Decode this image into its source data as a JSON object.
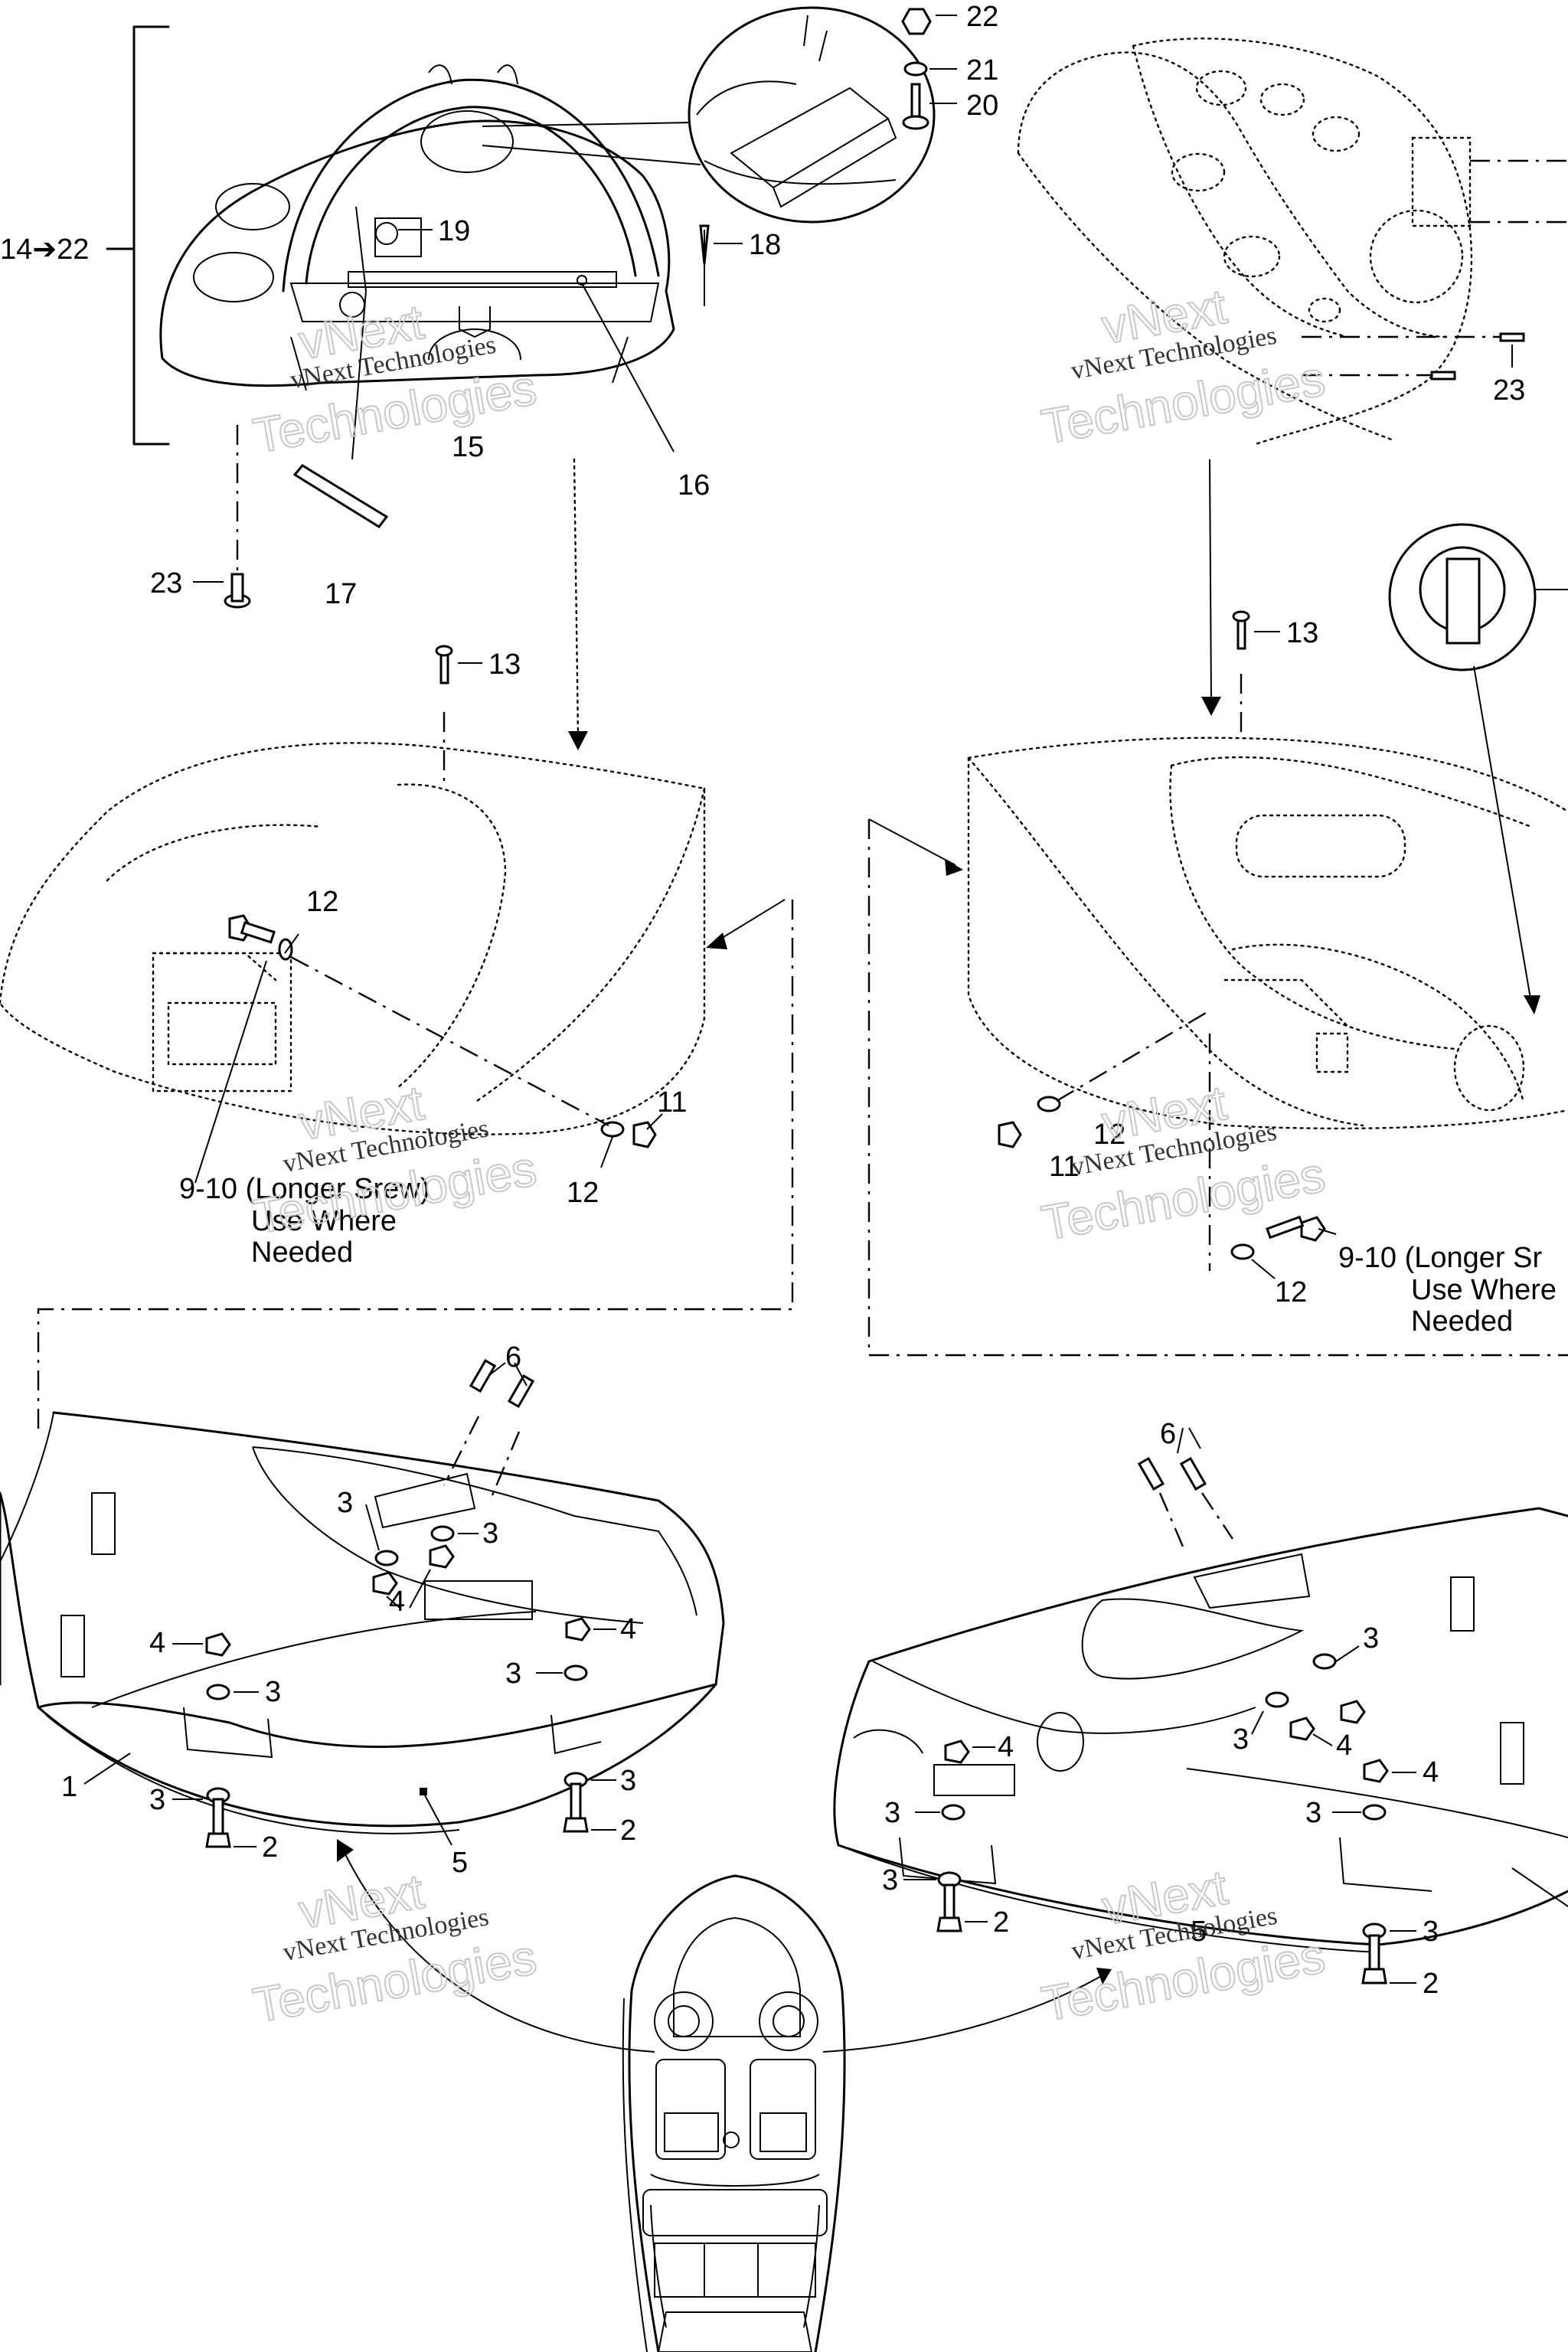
{
  "watermark": {
    "brand_small": "vNext",
    "line_serif": "vNext Technologies",
    "line_outline": "Technologies"
  },
  "callouts": {
    "c1": "1",
    "c2": "2",
    "c3": "3",
    "c4": "4",
    "c5": "5",
    "c6": "6",
    "c11": "11",
    "c12": "12",
    "c13": "13",
    "c15": "15",
    "c16": "16",
    "c17": "17",
    "c18": "18",
    "c19": "19",
    "c20": "20",
    "c21": "21",
    "c22": "22",
    "c23": "23",
    "range_start": "14",
    "range_arrow": "➔",
    "range_end": "22"
  },
  "notes": {
    "screw_left_l1": "9-10 (Longer Srew)",
    "screw_right_l1": "9-10 (Longer Sr",
    "where_l2": "Use Where",
    "where_l3": "Needed"
  }
}
